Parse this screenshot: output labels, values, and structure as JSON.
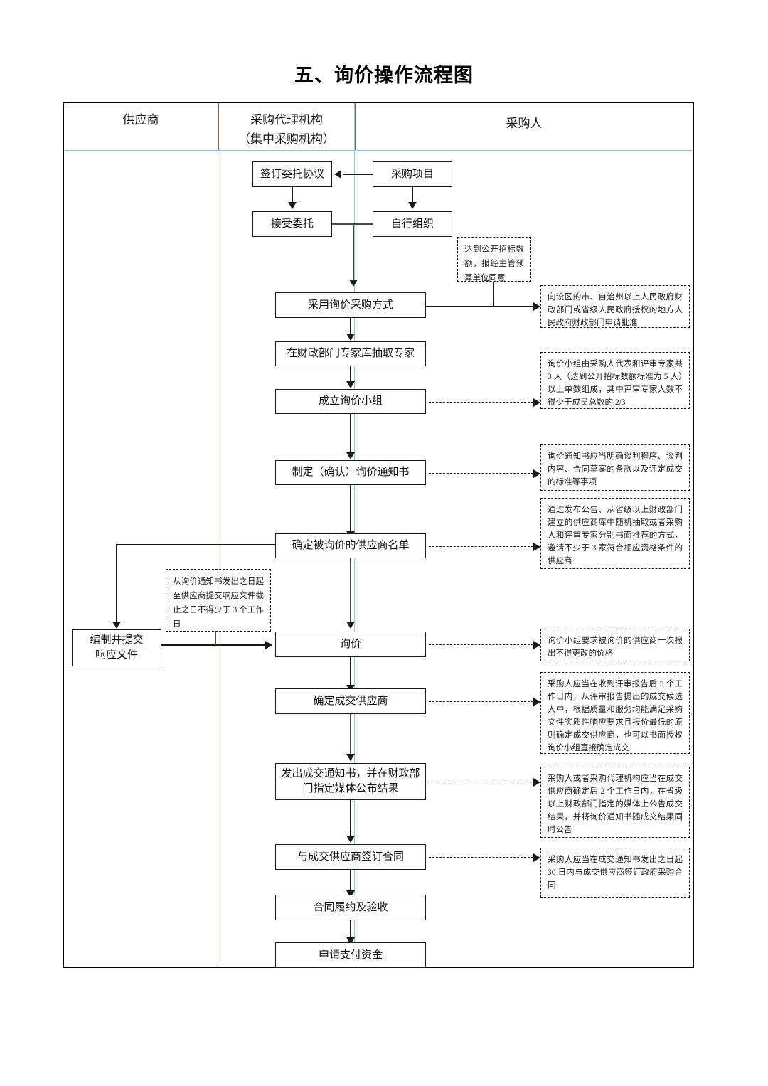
{
  "document": {
    "title": "五、询价操作流程图"
  },
  "lanes": [
    {
      "id": "supplier",
      "label": "供应商"
    },
    {
      "id": "agency",
      "label_line1": "采购代理机构",
      "label_line2": "（集中采购机构）"
    },
    {
      "id": "purchaser",
      "label": "采购人"
    }
  ],
  "nodes": {
    "sign_entrust": "签订委托协议",
    "procurement_project": "采购项目",
    "accept_entrust": "接受委托",
    "self_organize": "自行组织",
    "adopt_inquiry": "采用询价采购方式",
    "draw_experts": "在财政部门专家库抽取专家",
    "form_group": "成立询价小组",
    "make_notice": "制定（确认）询价通知书",
    "determine_supplier_list": "确定被询价的供应商名单",
    "prepare_response_l1": "编制并提交",
    "prepare_response_l2": "响应文件",
    "inquiry": "询价",
    "determine_winner": "确定成交供应商",
    "issue_notice_l1": "发出成交通知书，并在财政部",
    "issue_notice_l2": "门指定媒体公布结果",
    "sign_contract": "与成交供应商签订合同",
    "contract_perform": "合同履约及验收",
    "apply_payment": "申请支付资金"
  },
  "notes": {
    "open_tender_amount": "达到公开招标数额，报经主管预算单位同意",
    "apply_approval": "向设区的市、自治州以上人民政府财政部门或省级人民政府授权的地方人民政府财政部门申请批准",
    "group_composition": "询价小组由采购人代表和评审专家共 3 人（达到公开招标数额标准为 5 人）以上单数组成，其中评审专家人数不得少于成员总数的 2/3",
    "notice_content": "询价通知书应当明确谈判程序、谈判内容、合同草案的条款以及评定成交的标准等事项",
    "invite_suppliers": "通过发布公告、从省级以上财政部门建立的供应商库中随机抽取或者采购人和评审专家分别书面推荐的方式，邀请不少于 3 家符合相应资格条件的供应商",
    "response_deadline": "从询价通知书发出之日起至供应商提交响应文件截止之日不得少于 3 个工作日",
    "one_time_quote": "询价小组要求被询价的供应商一次报出不得更改的价格",
    "determine_winner_rule": "采购人应当在收到评审报告后 5 个工作日内，从评审报告提出的成交候选人中，根据质量和服务均能满足采购文件实质性响应要求且报价最低的原则确定成交供应商，也可以书面授权询价小组直接确定成交",
    "announce_result": "采购人或者采购代理机构应当在成交供应商确定后 2 个工作日内，在省级以上财政部门指定的媒体上公告成交结果，并将询价通知书随成交结果同时公告",
    "sign_contract_rule": "采购人应当在成交通知书发出之日起 30 日内与成交供应商签订政府采购合同"
  },
  "colors": {
    "line": "#1a1a1a",
    "lane_separator": "#9dc3e6",
    "text": "#121212",
    "background": "#ffffff"
  }
}
